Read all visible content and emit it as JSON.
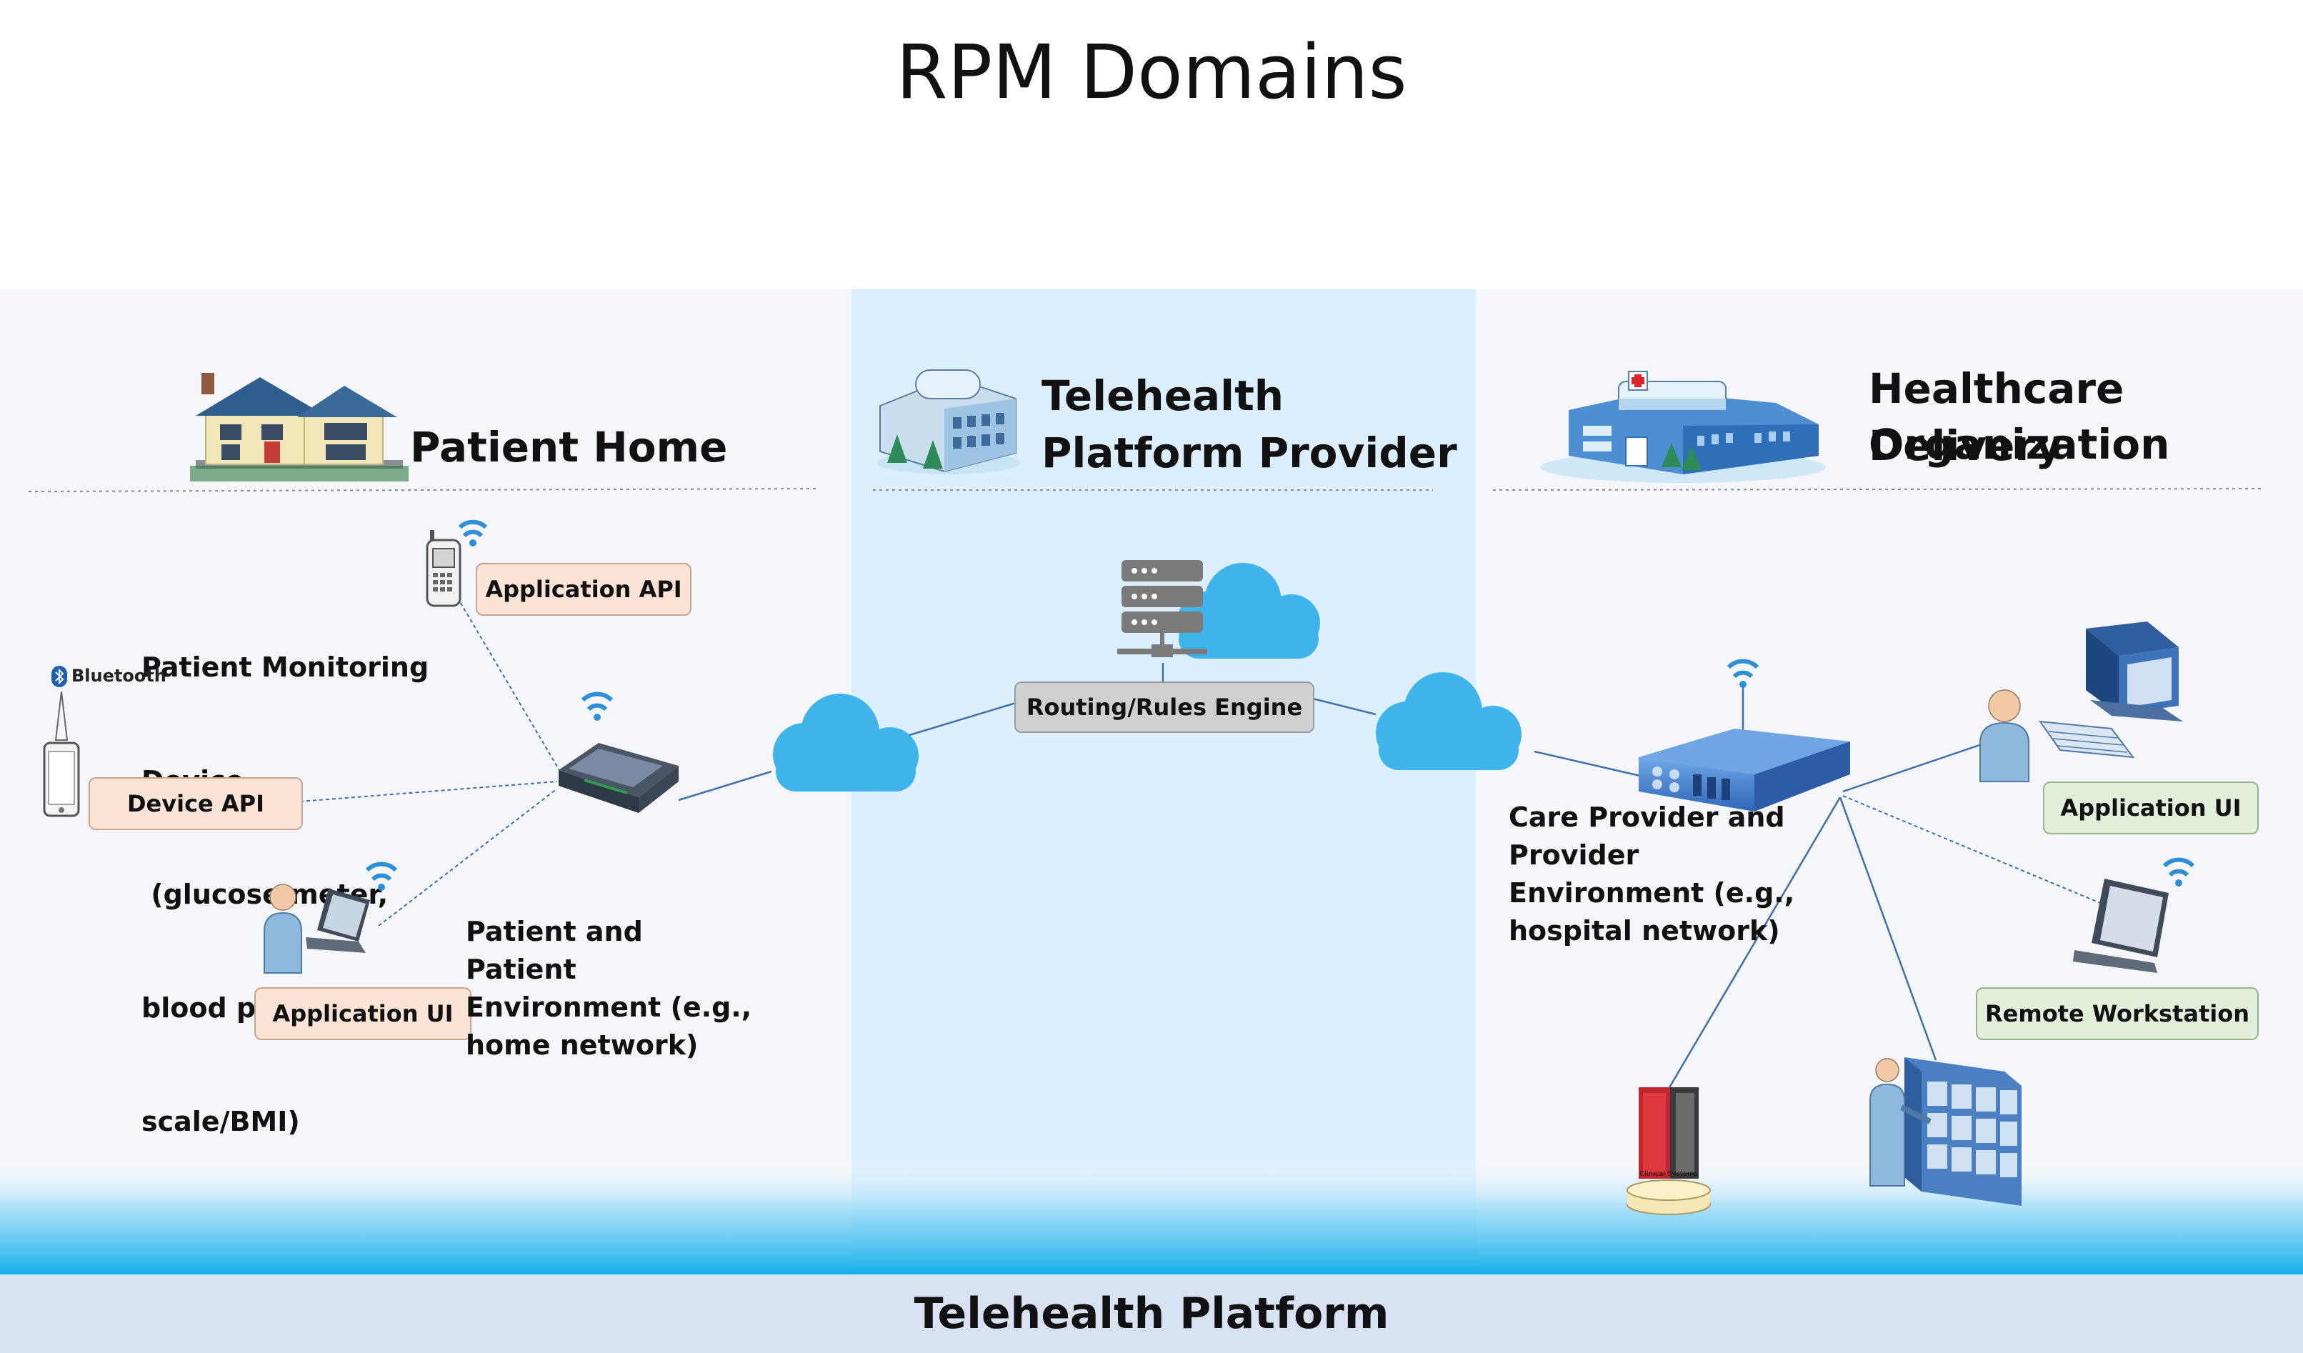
{
  "title": "RPM Domains",
  "zones": {
    "home": {
      "title_line1": "Patient Home"
    },
    "provider": {
      "title_line1": "Telehealth",
      "title_line2": "Platform Provider"
    },
    "hdo": {
      "title_line1": "Healthcare Delivery",
      "title_line2": "Organization"
    }
  },
  "home": {
    "device_desc": [
      "Patient Monitoring",
      "Device",
      " (glucose meter,",
      "blood pressure cuff,",
      "scale/BMI)"
    ],
    "env_desc": [
      "Patient and",
      "Patient",
      "Environment (e.g.,",
      "home network)"
    ],
    "bluetooth_label": "Bluetooth",
    "application_api": "Application API",
    "device_api": "Device API",
    "application_ui": "Application UI"
  },
  "provider": {
    "routing_engine": "Routing/Rules Engine"
  },
  "hdo": {
    "env_desc": [
      "Care Provider and",
      "Provider",
      "Environment (e.g.,",
      "hospital network)"
    ],
    "application_ui": "Application UI",
    "remote_workstation": "Remote Workstation",
    "clinical_systems_label": "Clinical Systems"
  },
  "footer": "Telehealth Platform",
  "colors": {
    "zone_left_bg": "#f4f6fa",
    "zone_middle_bg": "#dcefff",
    "zone_right_bg": "#f4f6fa",
    "cloud": "#3fb4ea",
    "gradient_bottom": "#12aee8",
    "footer_bg": "#d9e2f2",
    "link_line": "#3e6fa8",
    "wifi": "#2d8fd6"
  },
  "icons": [
    "house-icon",
    "office-building-icon",
    "hospital-icon",
    "phone-icon",
    "smartphone-icon",
    "bluetooth-icon",
    "router-icon",
    "laptop-user-icon",
    "cloud-icon",
    "server-stack-icon",
    "network-switch-icon",
    "desktop-user-icon",
    "laptop-icon",
    "clinical-server-icon",
    "datacenter-user-icon",
    "wifi-icon"
  ]
}
